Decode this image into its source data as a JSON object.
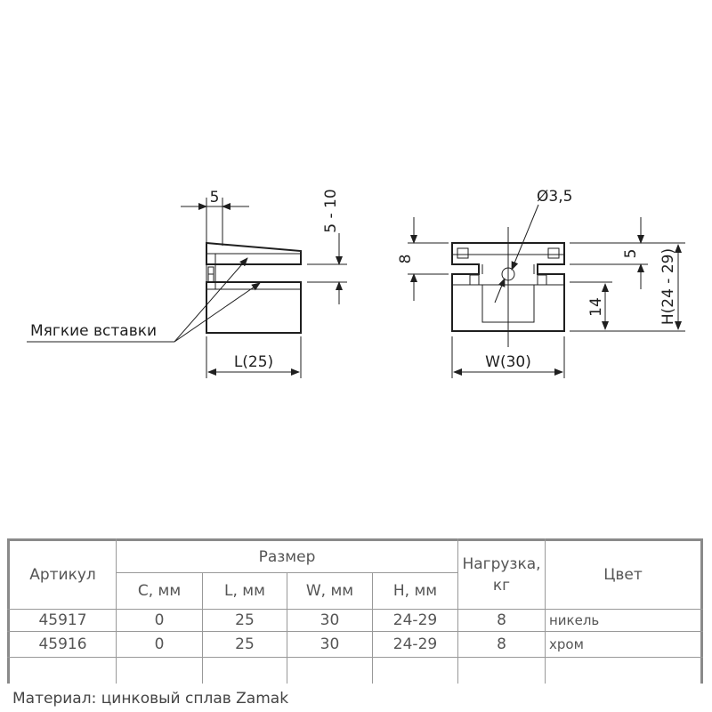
{
  "drawing": {
    "side_view": {
      "dim_top": "5",
      "dim_vertical": "5 - 10",
      "dim_length": "L(25)",
      "soft_inserts_label": "Мягкие вставки"
    },
    "front_view": {
      "hole_diameter": "Ø3,5",
      "dim_left": "8",
      "dim_right_small": "5",
      "dim_inner": "14",
      "dim_height": "H(24 - 29)",
      "dim_width": "W(30)"
    }
  },
  "table": {
    "headers": {
      "article": "Артикул",
      "size": "Размер",
      "load": "Нагрузка, кг",
      "color": "Цвет"
    },
    "subheaders": [
      "C, мм",
      "L, мм",
      "W, мм",
      "H, мм"
    ],
    "rows": [
      {
        "article": "45917",
        "c": "0",
        "l": "25",
        "w": "30",
        "h": "24-29",
        "load": "8",
        "color": "никель"
      },
      {
        "article": "45916",
        "c": "0",
        "l": "25",
        "w": "30",
        "h": "24-29",
        "load": "8",
        "color": "хром"
      }
    ]
  },
  "material_note": "Материал: цинковый сплав Zamak"
}
